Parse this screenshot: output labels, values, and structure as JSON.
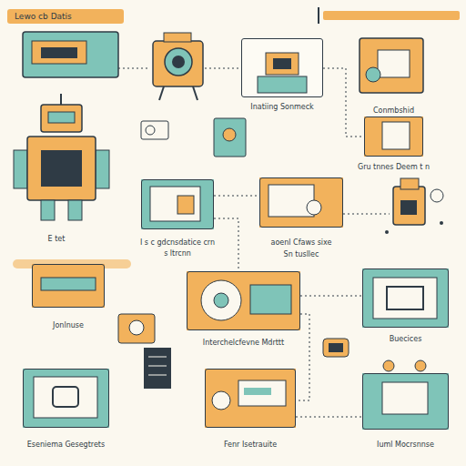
{
  "diagram": {
    "title": "Lewo cb Datis",
    "nodes": [
      {
        "text": [
          "Inatiing Sonmeck"
        ]
      },
      {
        "text": [
          "Conmbshid",
          "Gru tnnes Deem t n"
        ]
      },
      {
        "text": [
          "I s c gdcnsdatice crn",
          "s ltrcnn"
        ]
      },
      {
        "text": [
          "aoenl Cfaws sixe",
          "Sn tusllec"
        ]
      },
      {
        "text": [
          "Jonlnuse"
        ]
      },
      {
        "text": [
          "Interchelcfevne Mdrttt"
        ]
      },
      {
        "text": [
          "Buecices"
        ]
      },
      {
        "text": [
          "Eseniema Gesegtrets"
        ]
      },
      {
        "text": [
          "Fenr Isetrauite"
        ]
      },
      {
        "text": [
          "Iuml Mocrsnnse"
        ]
      }
    ],
    "edges": [
      {
        "from": 0,
        "to": 1,
        "arrow": "none"
      },
      {
        "from": 2,
        "to": 3,
        "arrow": "none"
      },
      {
        "from": 2,
        "to": 5,
        "arrow": "none"
      },
      {
        "from": 5,
        "to": 6,
        "arrow": "none"
      },
      {
        "from": 5,
        "to": 8,
        "arrow": "none"
      },
      {
        "from": 8,
        "to": 9,
        "arrow": "none"
      }
    ],
    "labels": [
      "E tet"
    ]
  }
}
